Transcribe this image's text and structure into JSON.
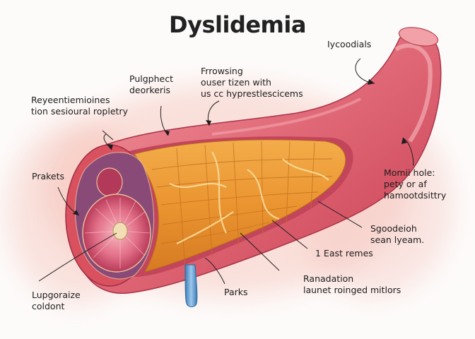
{
  "title": "Dyslidemia",
  "labels": {
    "iycoodials": {
      "lines": [
        "Iycoodials"
      ]
    },
    "pulgphect": {
      "lines": [
        "Pulgphect",
        "deorkeris"
      ]
    },
    "frrowsing": {
      "lines": [
        "Frrowsing",
        "ouser tizen with",
        "us cc hyprestlescicems"
      ]
    },
    "reyeentiemioines": {
      "lines": [
        "Reyeentiemioines",
        "tion sesioural ropletry"
      ]
    },
    "prakets": {
      "lines": [
        "Prakets"
      ]
    },
    "momii": {
      "lines": [
        "Momii hole:",
        "pety or af",
        "hamootdsittry"
      ]
    },
    "sgoodeioh": {
      "lines": [
        "Sgoodeioh",
        "sean lyeam."
      ]
    },
    "east_remes": {
      "lines": [
        "1  East remes"
      ]
    },
    "ranadation": {
      "lines": [
        "Ranadation",
        "launet roinged mitlors"
      ]
    },
    "parks": {
      "lines": [
        "Parks"
      ]
    },
    "lupgoraize": {
      "lines": [
        "Lupgoraize",
        "coldont"
      ]
    }
  },
  "colors": {
    "vessel_wall": "#d9505f",
    "vessel_light": "#f08a95",
    "plaque": "#e8962e",
    "plaque_highlight": "#f7d58c",
    "lumen": "#c94465",
    "inner_purple": "#8a4a78",
    "blue_drop": "#5a9bd0"
  }
}
